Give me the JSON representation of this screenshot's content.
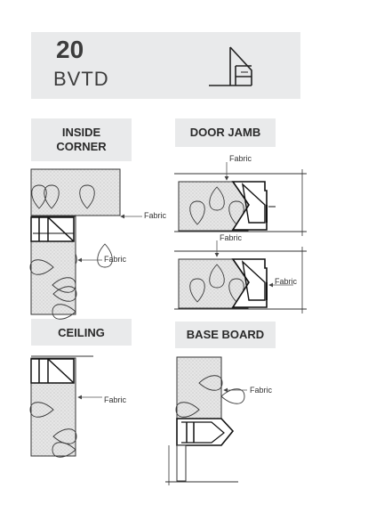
{
  "product": {
    "code": "20",
    "name": "BVTD"
  },
  "sections": {
    "inside_corner": {
      "title_line1": "INSIDE",
      "title_line2": "CORNER"
    },
    "door_jamb": {
      "title": "DOOR JAMB"
    },
    "ceiling": {
      "title": "CEILING"
    },
    "base_board": {
      "title": "BASE BOARD"
    }
  },
  "callout_label": "Fabric"
}
